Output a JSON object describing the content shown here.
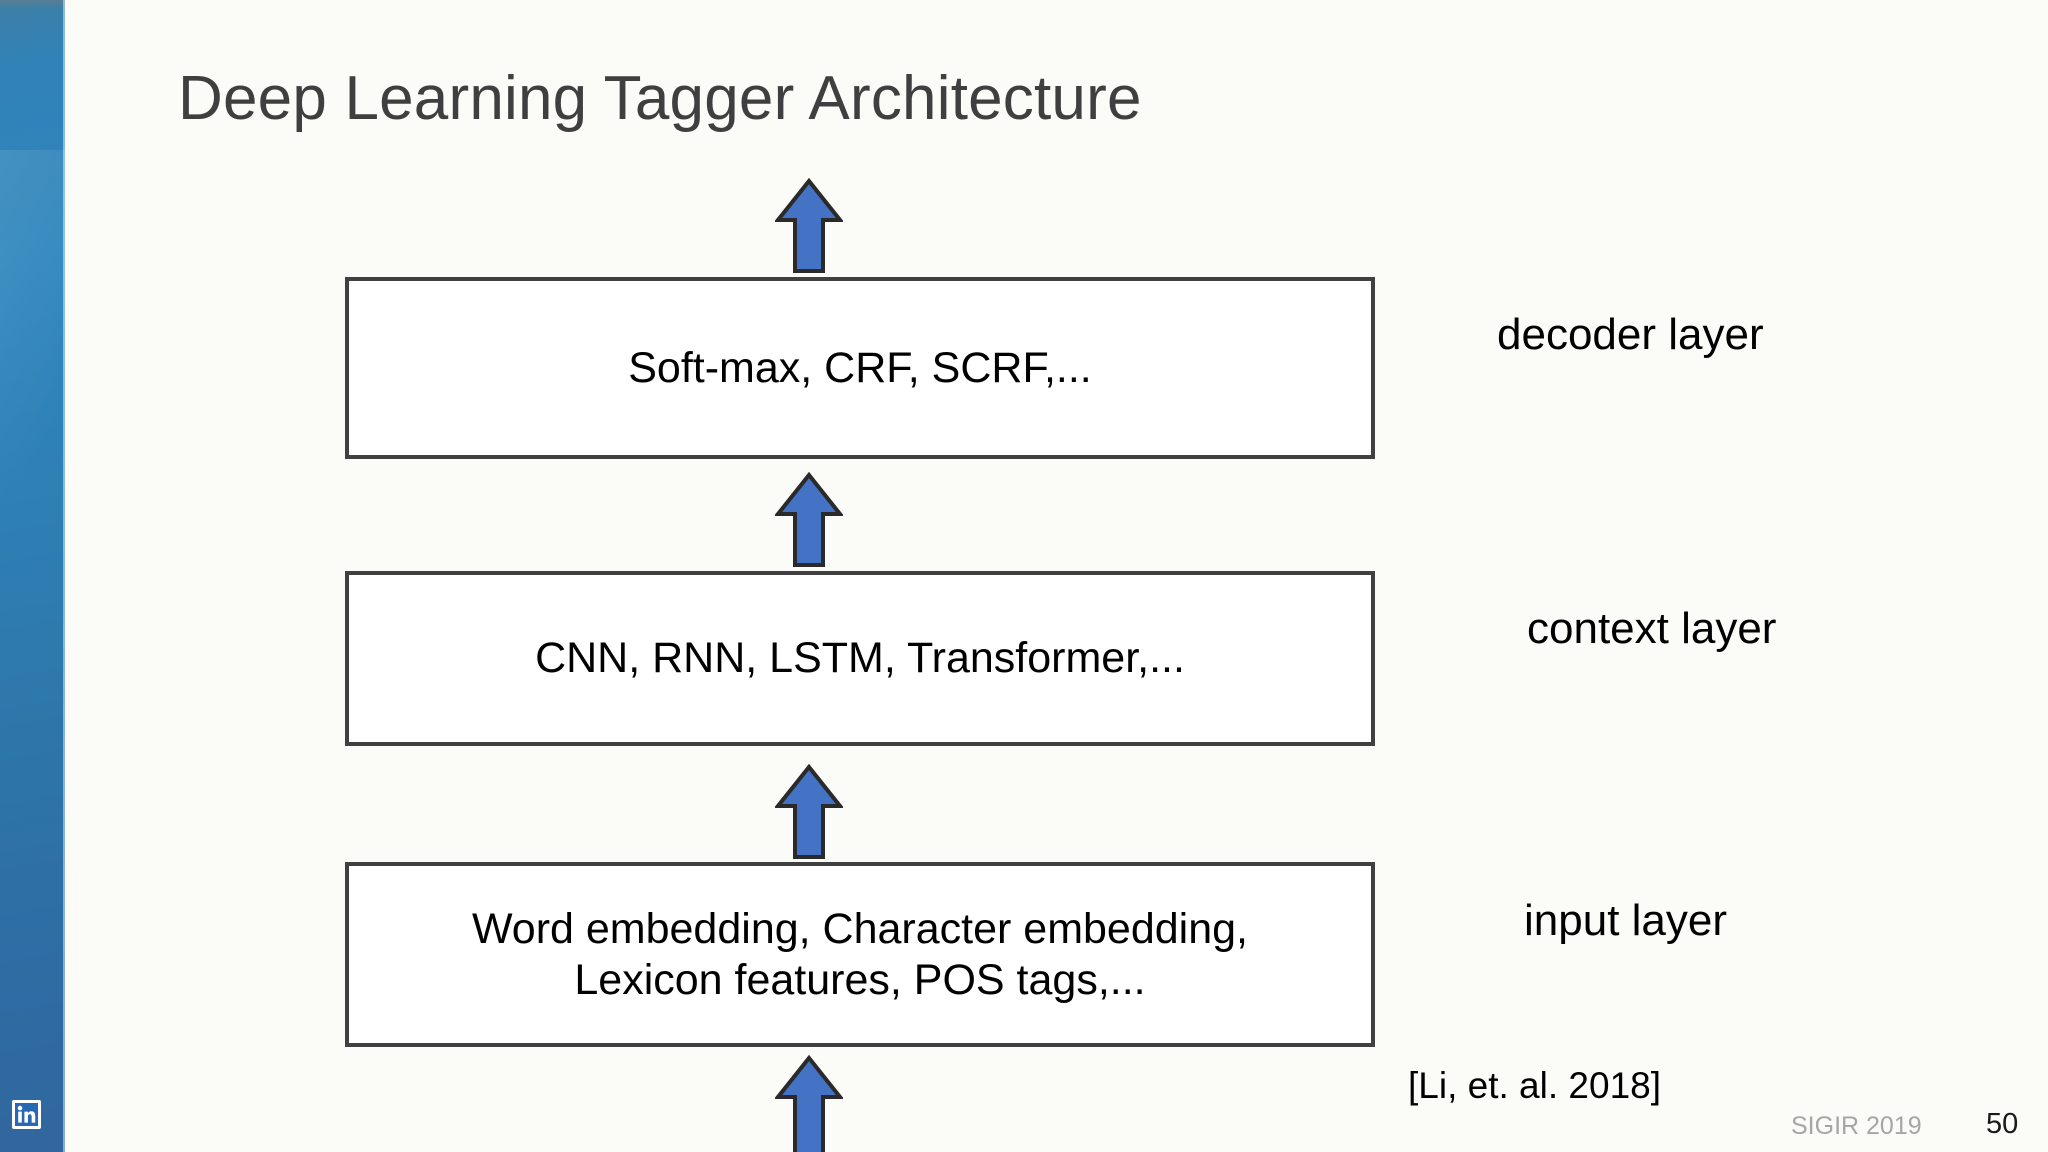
{
  "slide": {
    "title": "Deep Learning Tagger Architecture",
    "background_color": "#fbfcf7",
    "box_border_color": "#404040",
    "arrow_fill_color": "#4472C4",
    "arrow_outline_color": "#2a2a2a",
    "sidebar_color": "#2f80b5"
  },
  "sidebar": {
    "logo": "linkedin-logo"
  },
  "layers": [
    {
      "id": "decoder",
      "box_text": "Soft-max, CRF, SCRF,...",
      "side_label": "decoder layer"
    },
    {
      "id": "context",
      "box_text": "CNN, RNN, LSTM, Transformer,...",
      "side_label": "context layer"
    },
    {
      "id": "input",
      "box_text": "Word embedding, Character embedding,\nLexicon features, POS tags,...",
      "side_label": "input layer"
    }
  ],
  "arrows": [
    {
      "id": "top",
      "direction": "up",
      "name": "arrow-up-icon"
    },
    {
      "id": "mid-1",
      "direction": "up",
      "name": "arrow-up-icon"
    },
    {
      "id": "mid-2",
      "direction": "up",
      "name": "arrow-up-icon"
    },
    {
      "id": "bottom",
      "direction": "up",
      "name": "arrow-up-icon"
    }
  ],
  "citation": "[Li, et. al. 2018]",
  "footer": {
    "conference": "SIGIR 2019",
    "page_number": "50"
  }
}
